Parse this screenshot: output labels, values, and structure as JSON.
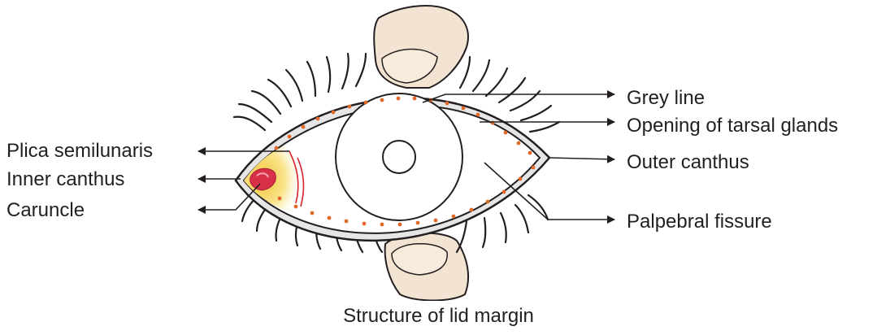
{
  "caption": "Structure of lid margin",
  "labels": {
    "grey_line": "Grey line",
    "tarsal_glands": "Opening of tarsal glands",
    "outer_canthus": "Outer canthus",
    "palpebral_fissure": "Palpebral fissure",
    "plica_semilunaris": "Plica semilunaris",
    "inner_canthus": "Inner canthus",
    "caruncle": "Caruncle"
  },
  "colors": {
    "skin": "#f3e3d3",
    "outline": "#231f20",
    "lid_margin": "#e6e6e6",
    "gland_dots": "#e2692a",
    "caruncle": "#d9304a",
    "plica": "#d8232a",
    "inner_canthus_tint": "#f7df74"
  }
}
